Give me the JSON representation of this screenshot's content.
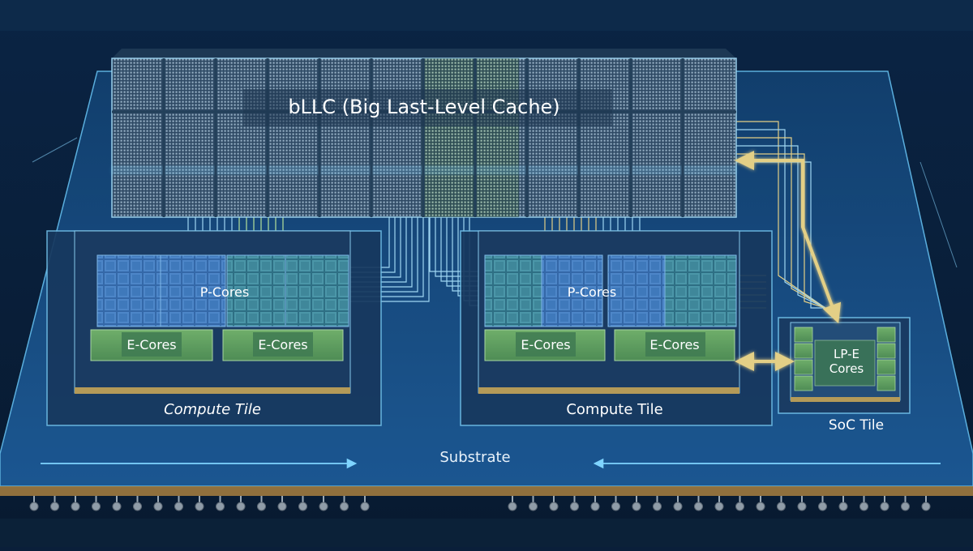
{
  "cache": {
    "label": "bLLC (Big Last-Level Cache)"
  },
  "tiles": {
    "left": {
      "pcores_label": "P-Cores",
      "ecores_a_label": "E-Cores",
      "ecores_b_label": "E-Cores",
      "tile_label": "Compute Tile"
    },
    "right": {
      "pcores_label": "P-Cores",
      "ecores_a_label": "E-Cores",
      "ecores_b_label": "E-Cores",
      "tile_label": "Compute Tile"
    },
    "soc": {
      "cores_line1": "LP-E",
      "cores_line2": "Cores",
      "tile_label": "SoC Tile"
    }
  },
  "substrate": {
    "label": "Substrate"
  },
  "colors": {
    "background": "#0a1f3a",
    "substrate": "#1a4f88",
    "die": "#1c3b62",
    "core_blue": "#3b78c0",
    "core_green": "#4c9a6e",
    "accent_cyan": "#7fd4ff",
    "accent_gold": "#d6c27a"
  }
}
